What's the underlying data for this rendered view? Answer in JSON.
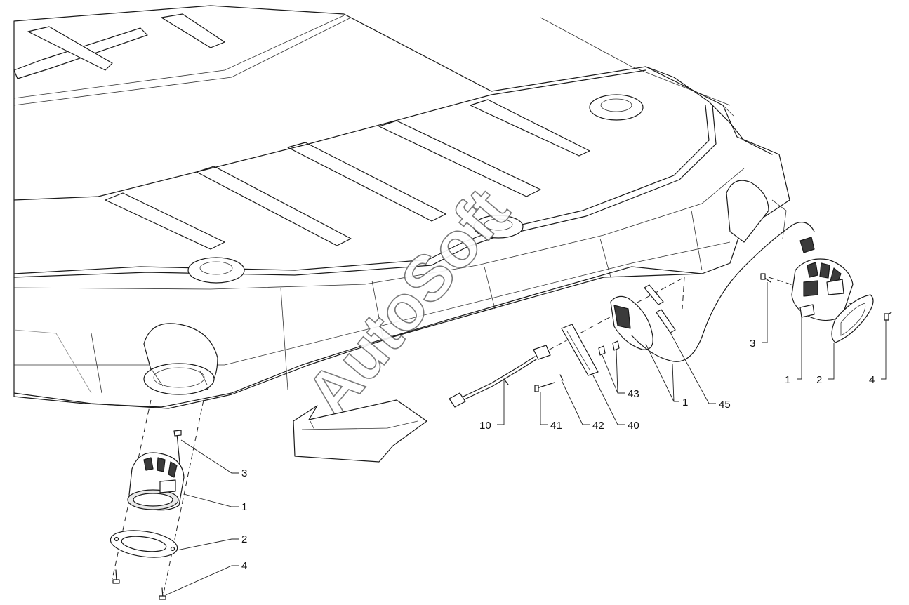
{
  "watermark": "AutoSoft",
  "callouts": {
    "left": [
      {
        "id": "l3",
        "text": "3"
      },
      {
        "id": "l1",
        "text": "1"
      },
      {
        "id": "l2",
        "text": "2"
      },
      {
        "id": "l4",
        "text": "4"
      }
    ],
    "center": [
      {
        "id": "c10",
        "text": "10"
      },
      {
        "id": "c41",
        "text": "41"
      },
      {
        "id": "c42",
        "text": "42"
      },
      {
        "id": "c40",
        "text": "40"
      },
      {
        "id": "c43",
        "text": "43"
      },
      {
        "id": "c1",
        "text": "1"
      },
      {
        "id": "c45",
        "text": "45"
      }
    ],
    "right": [
      {
        "id": "r3",
        "text": "3"
      },
      {
        "id": "r1",
        "text": "1"
      },
      {
        "id": "r2",
        "text": "2"
      },
      {
        "id": "r4",
        "text": "4"
      }
    ]
  }
}
